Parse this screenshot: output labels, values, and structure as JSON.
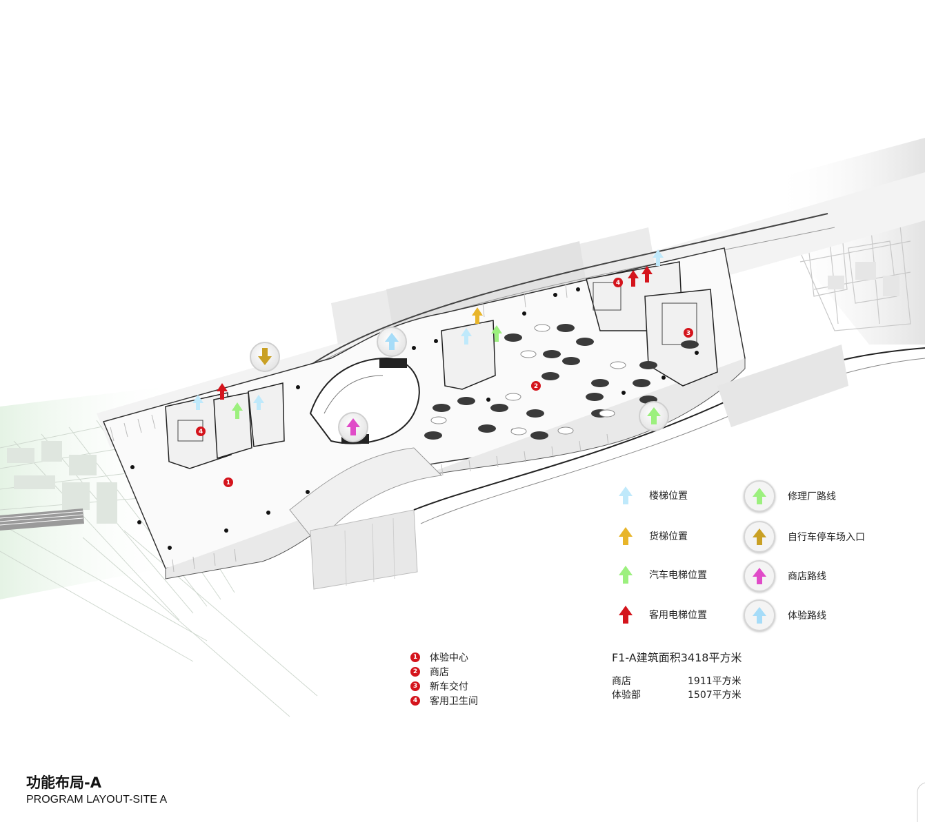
{
  "title": {
    "cn": "功能布局-A",
    "en": "PROGRAM LAYOUT-SITE A"
  },
  "colors": {
    "stair": "#bfe9fb",
    "freight": "#e8b52a",
    "car_elevator": "#9cf07e",
    "guest_elevator": "#d4141c",
    "repair_route": "#9cf07e",
    "bike_entrance": "#c9a024",
    "shop_route": "#e04bc8",
    "experience_route": "#a6dcf8",
    "number_badge": "#d4141c"
  },
  "legend_left": [
    {
      "label": "楼梯位置",
      "icon": "arrow-up-icon",
      "color": "#bfe9fb"
    },
    {
      "label": "货梯位置",
      "icon": "arrow-up-icon",
      "color": "#e8b52a"
    },
    {
      "label": "汽车电梯位置",
      "icon": "arrow-up-icon",
      "color": "#9cf07e"
    },
    {
      "label": "客用电梯位置",
      "icon": "arrow-up-icon",
      "color": "#d4141c"
    }
  ],
  "legend_right": [
    {
      "label": "修理厂路线",
      "icon": "circled-arrow-up-icon",
      "color": "#9cf07e"
    },
    {
      "label": "自行车停车场入口",
      "icon": "circled-arrow-up-icon",
      "color": "#c9a024"
    },
    {
      "label": "商店路线",
      "icon": "circled-arrow-up-icon",
      "color": "#e04bc8"
    },
    {
      "label": "体验路线",
      "icon": "circled-arrow-up-icon",
      "color": "#a6dcf8"
    }
  ],
  "numbered_legend": [
    {
      "num": "1",
      "label": "体验中心"
    },
    {
      "num": "2",
      "label": "商店"
    },
    {
      "num": "3",
      "label": "新车交付"
    },
    {
      "num": "4",
      "label": "客用卫生间"
    }
  ],
  "area": {
    "title": "F1-A建筑面积3418平方米",
    "rows": [
      {
        "name": "商店",
        "value": "1911平方米"
      },
      {
        "name": "体验部",
        "value": "1507平方米"
      }
    ]
  },
  "plan_markers": [
    "1",
    "2",
    "3",
    "4",
    "4"
  ]
}
